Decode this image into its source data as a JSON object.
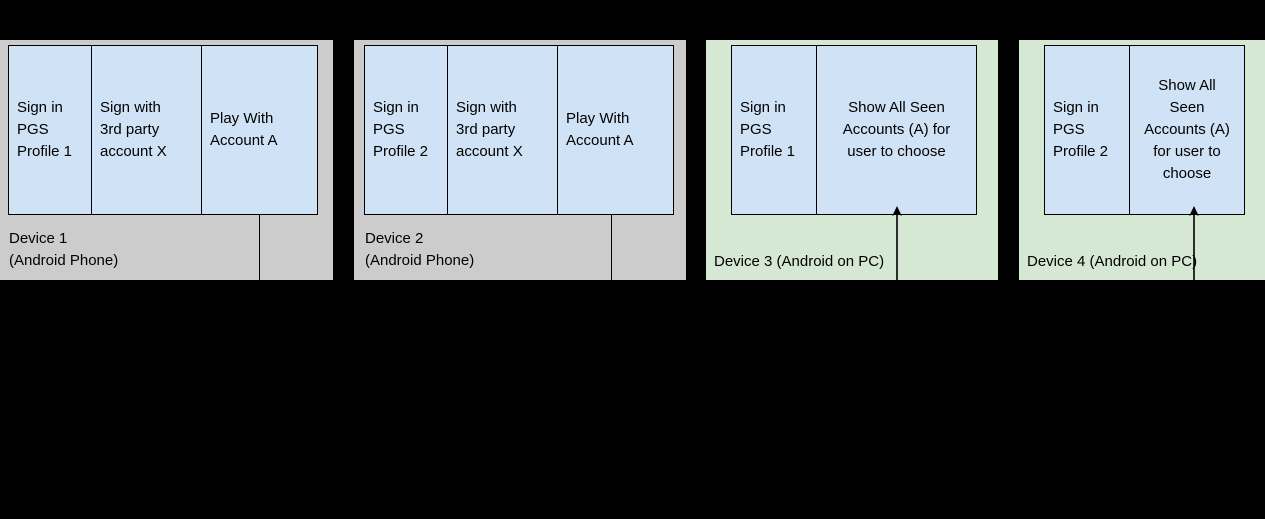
{
  "diagram": {
    "background_color": "#000000",
    "box_fill": "#d0e2f5",
    "panel_gray": "#cccccc",
    "panel_green": "#d5e8d4",
    "stroke": "#000000",
    "devices": [
      {
        "id": "device-1",
        "panel_style": "gray",
        "caption": "Device 1\n(Android Phone)",
        "cells": [
          {
            "text": "Sign in\nPGS\nProfile 1",
            "align": "left"
          },
          {
            "text": "Sign with\n3rd party\naccount X",
            "align": "left"
          },
          {
            "text": "Play With\nAccount A",
            "align": "left"
          }
        ]
      },
      {
        "id": "device-2",
        "panel_style": "gray",
        "caption": "Device 2\n(Android Phone)",
        "cells": [
          {
            "text": "Sign in\nPGS\nProfile 2",
            "align": "left"
          },
          {
            "text": "Sign with\n3rd party\naccount X",
            "align": "left"
          },
          {
            "text": "Play With\nAccount A",
            "align": "left"
          }
        ]
      },
      {
        "id": "device-3",
        "panel_style": "green",
        "caption": "Device 3 (Android on PC)",
        "cells": [
          {
            "text": "Sign in\nPGS\nProfile 1",
            "align": "left"
          },
          {
            "text": "Show All Seen\nAccounts (A) for\nuser to choose",
            "align": "center"
          }
        ]
      },
      {
        "id": "device-4",
        "panel_style": "green",
        "caption": "Device 4 (Android on PC)",
        "cells": [
          {
            "text": "Sign in\nPGS\nProfile 2",
            "align": "left"
          },
          {
            "text": "Show All\nSeen\nAccounts (A)\nfor user to\nchoose",
            "align": "center"
          }
        ]
      }
    ],
    "arrows": [
      {
        "id": "arrow-device-3",
        "direction": "up",
        "target": "device-3-accounts-box"
      },
      {
        "id": "arrow-device-4",
        "direction": "up",
        "target": "device-4-accounts-box"
      }
    ]
  }
}
